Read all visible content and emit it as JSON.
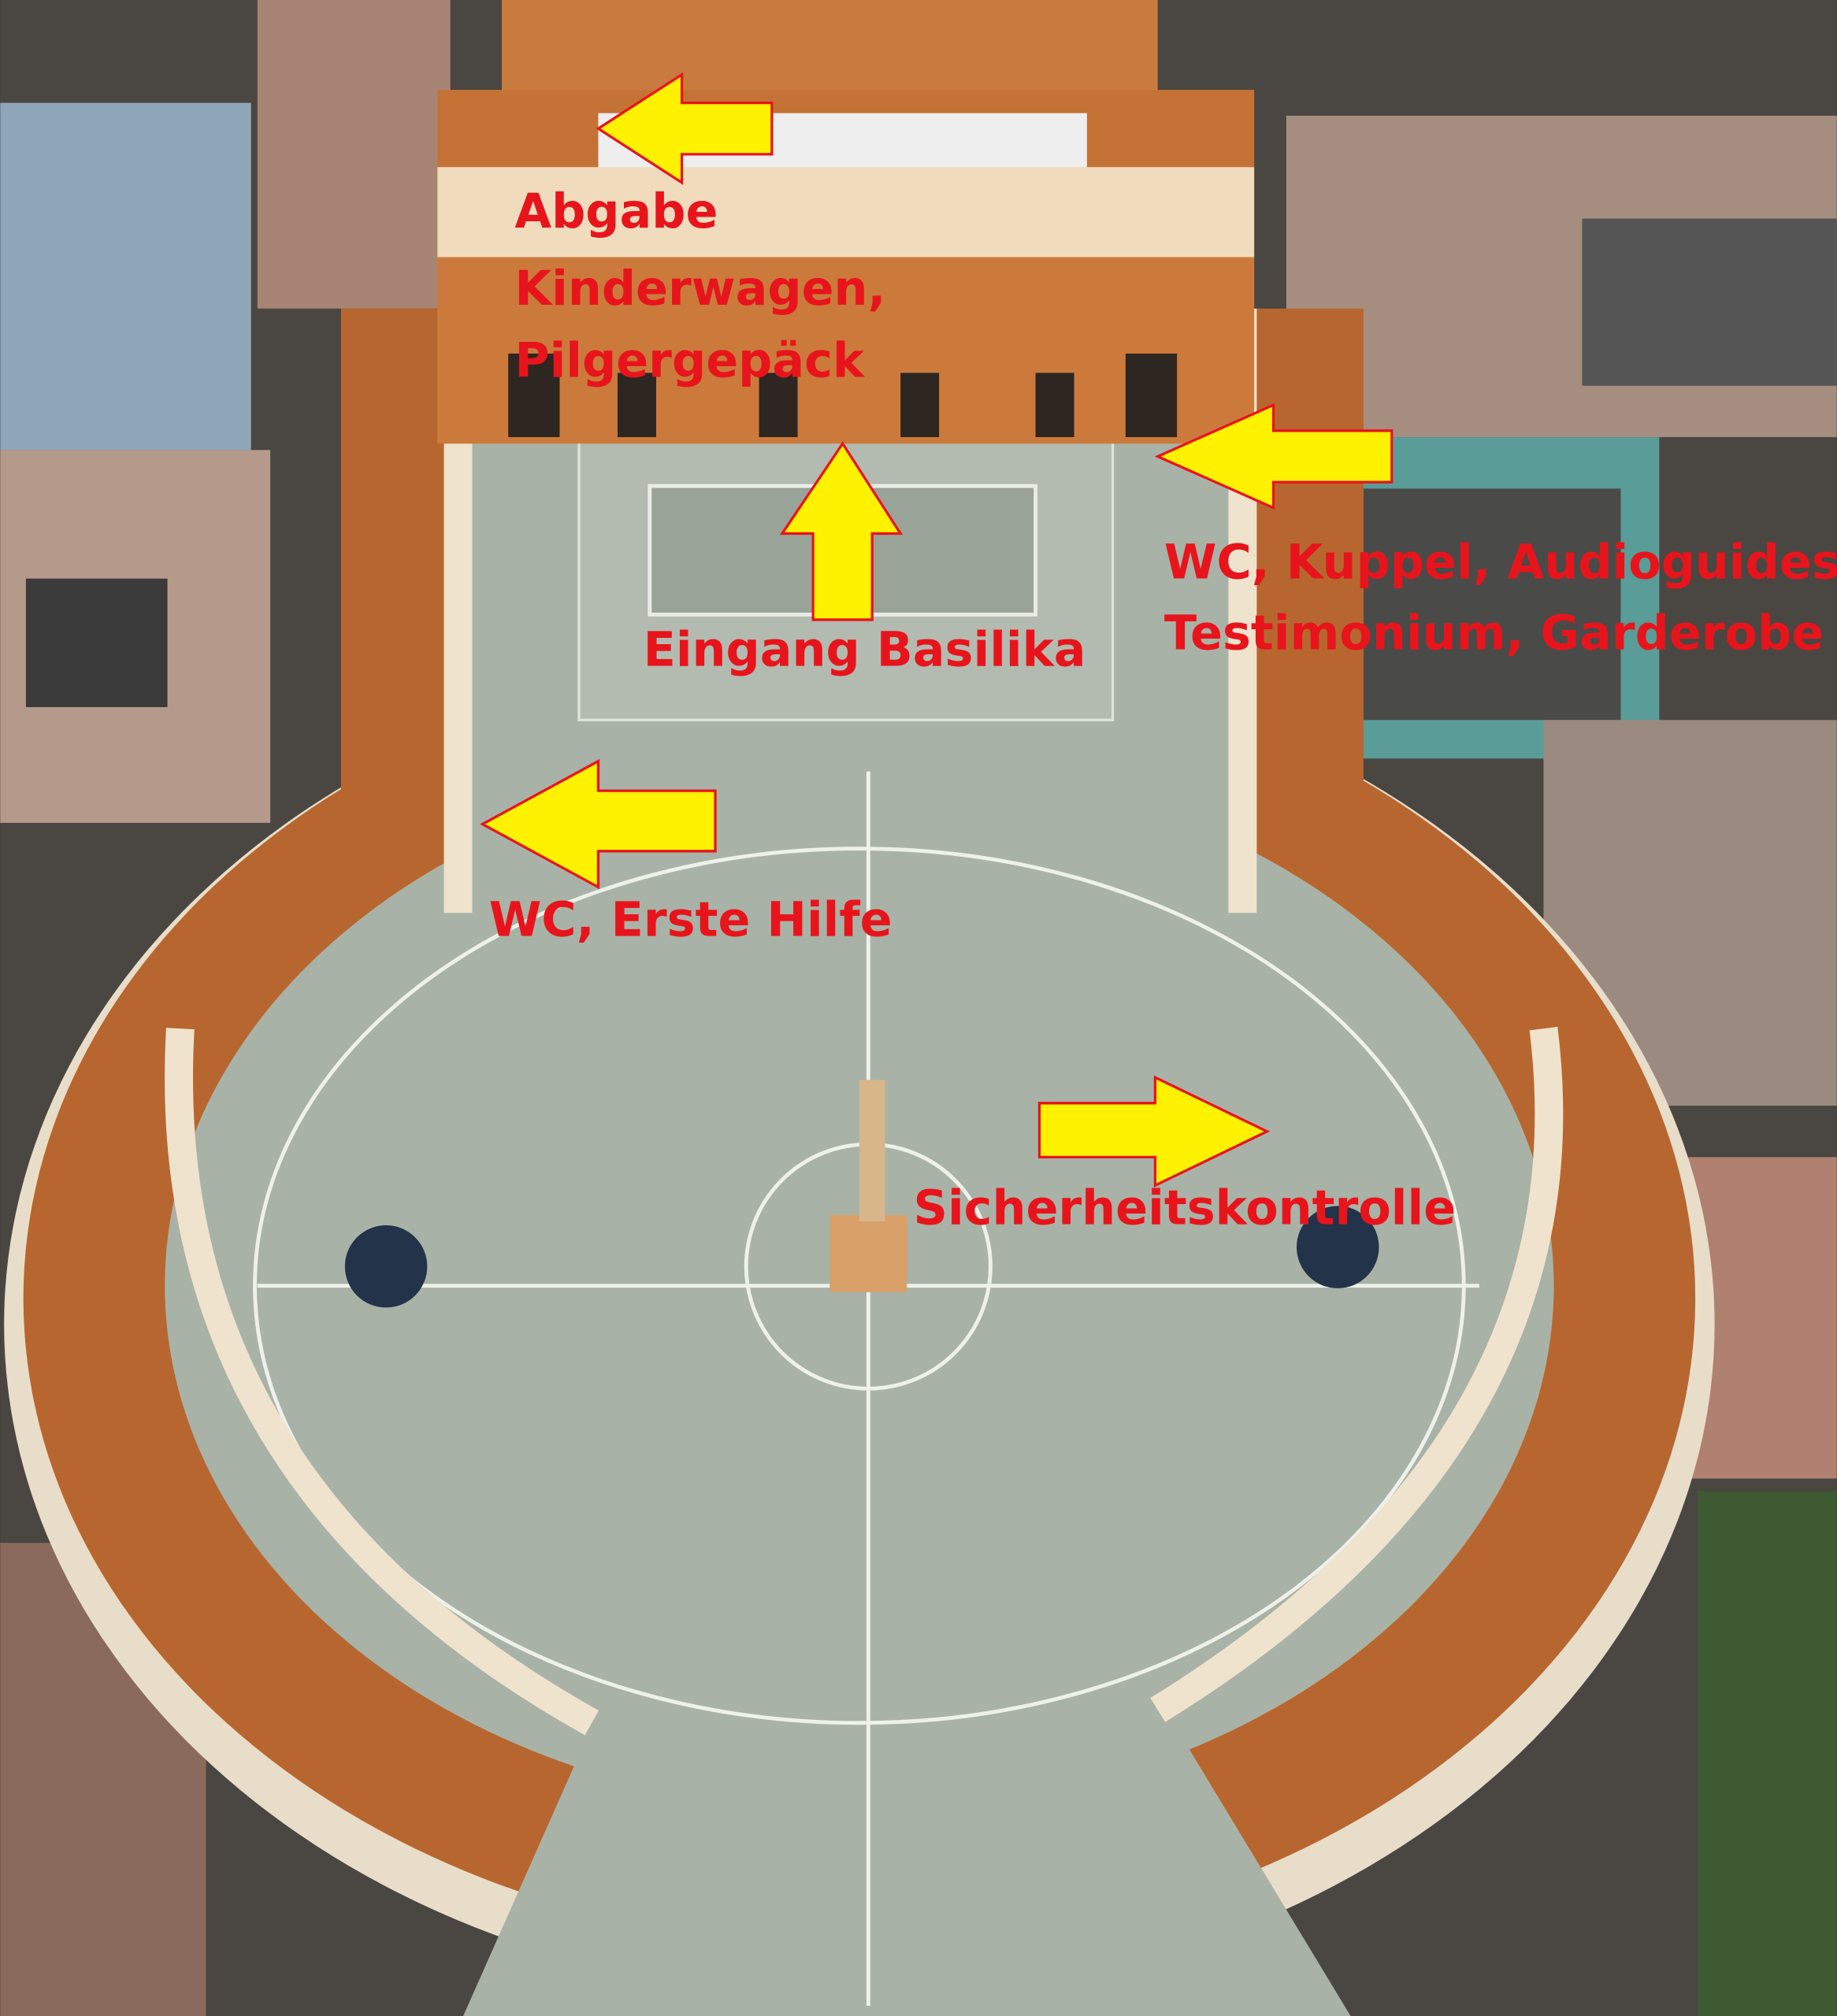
{
  "labels": {
    "stroller_drop": [
      "Abgabe",
      "Kinderwagen,",
      "Pilgergepäck"
    ],
    "basilica_entrance": "Eingang Basilika",
    "services_right": [
      "WC, Kuppel, Audioguides,",
      "Testimonium, Garderobe"
    ],
    "services_left": "WC, Erste Hilfe",
    "security": "Sicherheitskontrolle"
  },
  "colors": {
    "label": "#e8141c",
    "arrow_fill": "#fff200",
    "arrow_stroke": "#e8141c",
    "plaza": "#a9b2a6",
    "colonnade_roof": "#b8662f",
    "facade": "#d58a4e"
  }
}
